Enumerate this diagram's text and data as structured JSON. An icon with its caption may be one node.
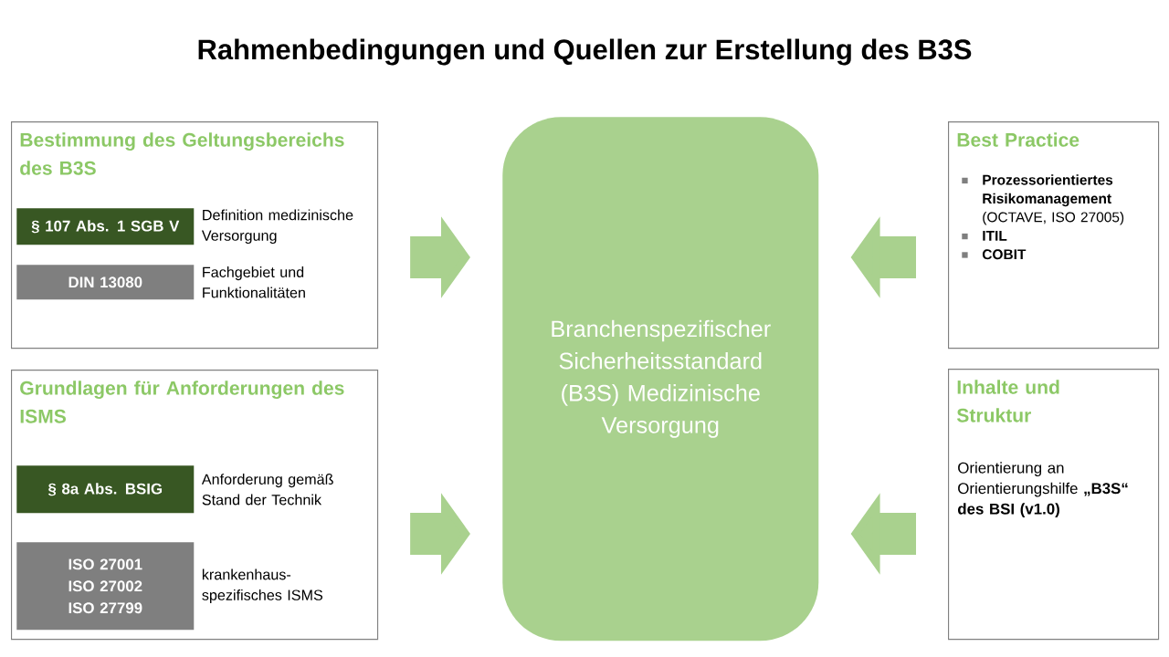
{
  "diagram": {
    "title": "Rahmenbedingungen und Quellen zur Erstellung des B3S",
    "nodes": [
      {
        "text": [
          "Bestimmung des Geltungsbereichs des B3S"
        ]
      },
      {
        "text": [
          "§ 107 Abs. 1 SGB V"
        ],
        "in": 0,
        "beside": [
          "Definition medizinische Versorgung"
        ]
      },
      {
        "text": [
          "DIN 13080"
        ],
        "in": 0,
        "beside": [
          "Fachgebiet und Funktionalitäten"
        ]
      },
      {
        "text": [
          "Grundlagen für Anforderungen des ISMS"
        ]
      },
      {
        "text": [
          "§ 8a Abs. BSIG"
        ],
        "in": 3,
        "beside": [
          "Anforderung gemäß Stand der Technik"
        ]
      },
      {
        "text": [
          "ISO 27001 ISO 27002 ISO 27799"
        ],
        "in": 3,
        "beside": [
          "krankenhaus- spezifisches ISMS"
        ]
      },
      {
        "text": [
          "Branchenspezifischer Sicherheitsstandard (B3S) Medizinische Versorgung"
        ]
      },
      {
        "text": [
          "Best Practice",
          "**Prozessorientiertes Risikomanagement** (OCTAVE, ISO 27005)",
          "ITIL",
          "COBIT"
        ]
      },
      {
        "text": [
          "Inhalte und Struktur",
          "Orientierung an Orientierungshilfe **„B3S“ des BSI (v1.0)**"
        ]
      }
    ],
    "edges": [
      {
        "from": 0,
        "to": 6,
        "arrow": "to"
      },
      {
        "from": 3,
        "to": 6,
        "arrow": "to"
      },
      {
        "from": 7,
        "to": 6,
        "arrow": "to"
      },
      {
        "from": 8,
        "to": 6,
        "arrow": "to"
      }
    ]
  }
}
